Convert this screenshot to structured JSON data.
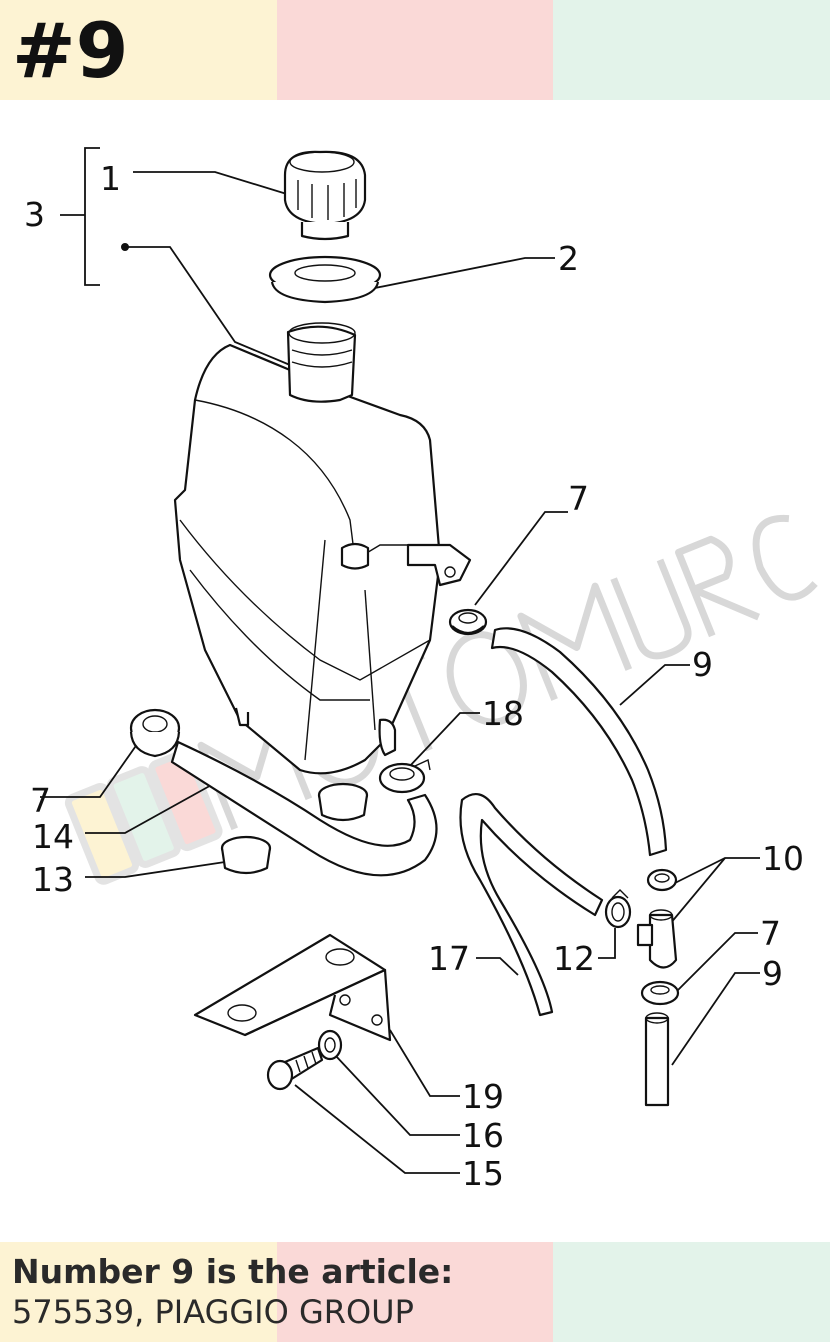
{
  "header": {
    "page_number": "#9",
    "band_colors": [
      "#fdf3d3",
      "#fad9d7",
      "#e3f3ea"
    ]
  },
  "diagram": {
    "callouts": {
      "c1": "1",
      "c2": "2",
      "c3": "3",
      "c7a": "7",
      "c7b": "7",
      "c7c": "7",
      "c9a": "9",
      "c9b": "9",
      "c10": "10",
      "c12": "12",
      "c13": "13",
      "c14": "14",
      "c15": "15",
      "c16": "16",
      "c17": "17",
      "c18": "18",
      "c19": "19"
    },
    "watermark": "MOTOMURCIA"
  },
  "caption": {
    "line1": "Number 9 is the article:",
    "line2": "575539, PIAGGIO GROUP"
  }
}
